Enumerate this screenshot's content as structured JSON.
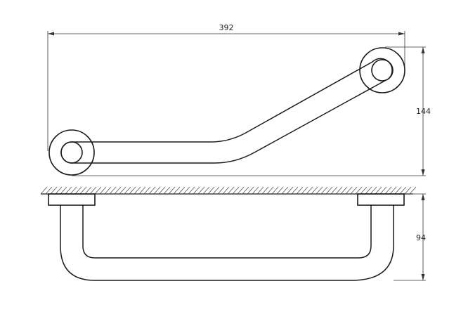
{
  "dimensions": {
    "width_label": "392",
    "height_label": "144",
    "depth_label": "94"
  }
}
